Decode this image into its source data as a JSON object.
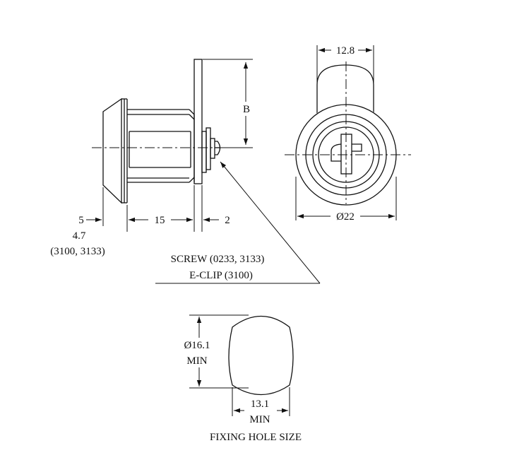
{
  "side_view": {
    "dim_flange": "5",
    "dim_flange_alt": "4.7",
    "dim_flange_alt_models": "(3100, 3133)",
    "dim_body": "15",
    "dim_cam": "2",
    "dim_b": "B"
  },
  "callout": {
    "line1": "SCREW (0233, 3133)",
    "line2": "E-CLIP (3100)"
  },
  "front_view": {
    "dim_top": "12.8",
    "dim_bottom": "Ø22"
  },
  "fixing_hole": {
    "dim_height": "Ø16.1",
    "dim_height_min": "MIN",
    "dim_width": "13.1",
    "dim_width_min": "MIN",
    "caption": "FIXING HOLE SIZE"
  }
}
